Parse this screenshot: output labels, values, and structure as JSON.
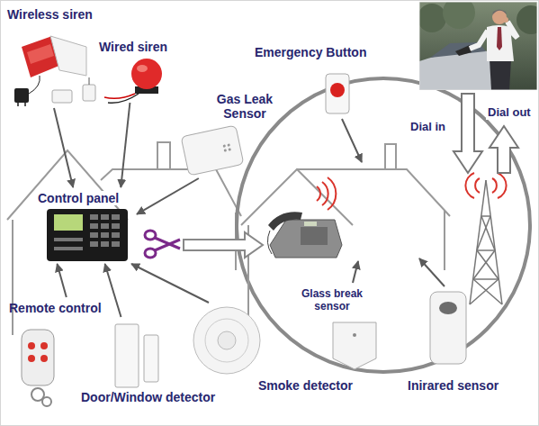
{
  "diagram": {
    "nodes": [
      {
        "text": [
          "Wireless siren"
        ]
      },
      {
        "text": [
          "Wired siren"
        ]
      },
      {
        "text": [
          "Emergency Button"
        ]
      },
      {
        "text": [
          "Gas Leak Sensor"
        ]
      },
      {
        "text": [
          "Control panel"
        ]
      },
      {
        "text": [
          "Glass break sensor"
        ]
      },
      {
        "text": [
          "Remote control"
        ]
      },
      {
        "text": [
          "Door/Window detector"
        ]
      },
      {
        "text": [
          "Smoke detector"
        ]
      },
      {
        "text": [
          "Inirared sensor"
        ]
      }
    ],
    "edges": [
      {
        "from": 0,
        "to": 4,
        "arrow": "to"
      },
      {
        "from": 1,
        "to": 4,
        "arrow": "to"
      },
      {
        "from": 3,
        "to": 4,
        "arrow": "to"
      },
      {
        "from": 6,
        "to": 4,
        "arrow": "to"
      },
      {
        "from": 7,
        "to": 4,
        "arrow": "to"
      },
      {
        "from": 8,
        "to": 4,
        "arrow": "to"
      }
    ],
    "labels": [
      "Dial in",
      "Dial out"
    ]
  }
}
